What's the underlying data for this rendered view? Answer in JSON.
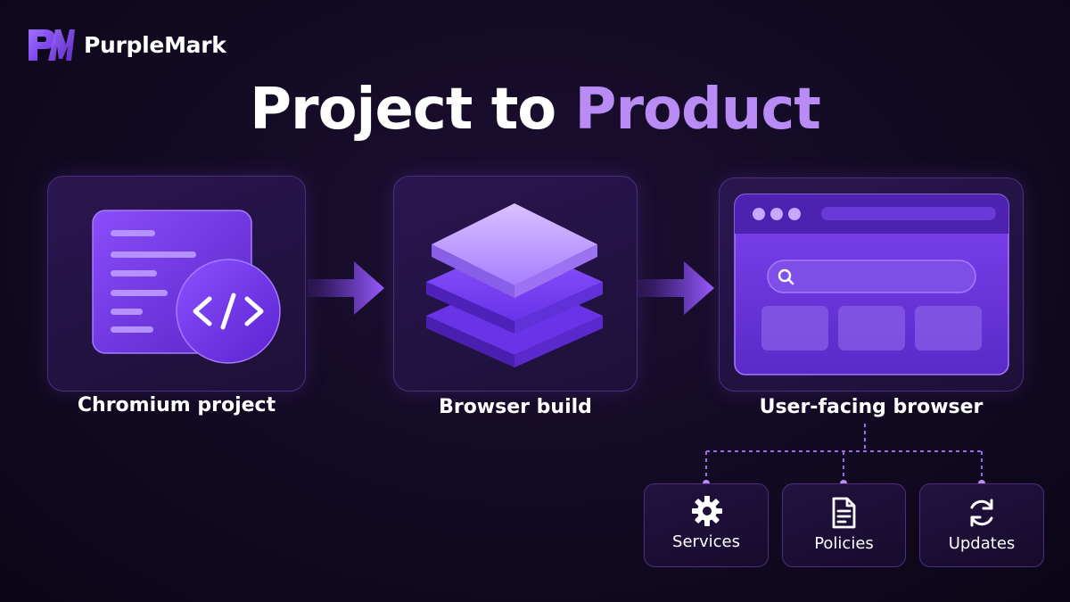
{
  "brand": {
    "name": "PurpleMark",
    "logo_text": "PM"
  },
  "title": {
    "part1": "Project to ",
    "part2": "Product"
  },
  "stages": [
    {
      "label": "Chromium project",
      "icon": "code-document-icon"
    },
    {
      "label": "Browser build",
      "icon": "layers-stack-icon"
    },
    {
      "label": "User-facing browser",
      "icon": "browser-window-icon"
    }
  ],
  "components": [
    {
      "label": "Services",
      "icon": "gear-icon"
    },
    {
      "label": "Policies",
      "icon": "document-icon"
    },
    {
      "label": "Updates",
      "icon": "refresh-icon"
    }
  ],
  "colors": {
    "background": "#120a22",
    "accent": "#b98cf5",
    "primary_purple": "#7b3ff2",
    "card_border": "#4a2f7d"
  }
}
